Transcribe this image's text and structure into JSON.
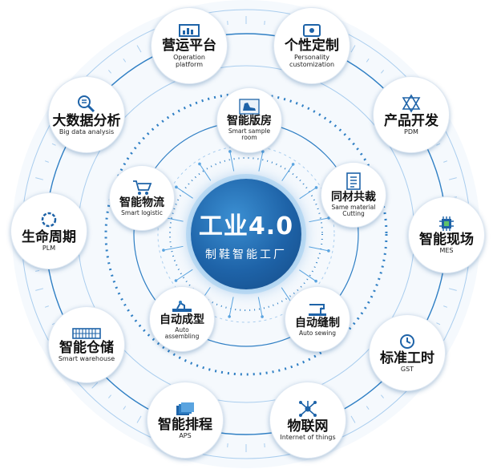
{
  "center": {
    "title": "工业4.0",
    "subtitle": "制鞋智能工厂"
  },
  "outer_nodes": [
    {
      "cn": "营运平台",
      "en": "Operation\nplatform",
      "icon": "dashboard-icon"
    },
    {
      "cn": "个性定制",
      "en": "Personality\ncustomization",
      "icon": "target-icon"
    },
    {
      "cn": "产品开发",
      "en": "PDM",
      "icon": "star-network-icon"
    },
    {
      "cn": "智能现场",
      "en": "MES",
      "icon": "chip-icon"
    },
    {
      "cn": "标准工时",
      "en": "GST",
      "icon": "clock-icon"
    },
    {
      "cn": "物联网",
      "en": "Internet of things",
      "icon": "network-icon"
    },
    {
      "cn": "智能排程",
      "en": "APS",
      "icon": "schedule-icon"
    },
    {
      "cn": "智能仓储",
      "en": "Smart warehouse",
      "icon": "rack-icon"
    },
    {
      "cn": "生命周期",
      "en": "PLM",
      "icon": "cycle-icon"
    },
    {
      "cn": "大数据分析",
      "en": "Big data analysis",
      "icon": "magnifier-icon"
    }
  ],
  "inner_nodes": [
    {
      "cn": "智能版房",
      "en": "Smart sample\nroom",
      "icon": "shoe-icon"
    },
    {
      "cn": "同材共裁",
      "en": "Same material\nCutting",
      "icon": "document-icon"
    },
    {
      "cn": "自动缝制",
      "en": "Auto sewing",
      "icon": "sewing-machine-icon"
    },
    {
      "cn": "自动成型",
      "en": "Auto\nassembling",
      "icon": "machine-icon"
    },
    {
      "cn": "智能物流",
      "en": "Smart logistic",
      "icon": "cart-icon"
    }
  ],
  "colors": {
    "accent": "#1e63a8",
    "ring": "#2f7fc4",
    "light_ring": "#a9cdee"
  }
}
